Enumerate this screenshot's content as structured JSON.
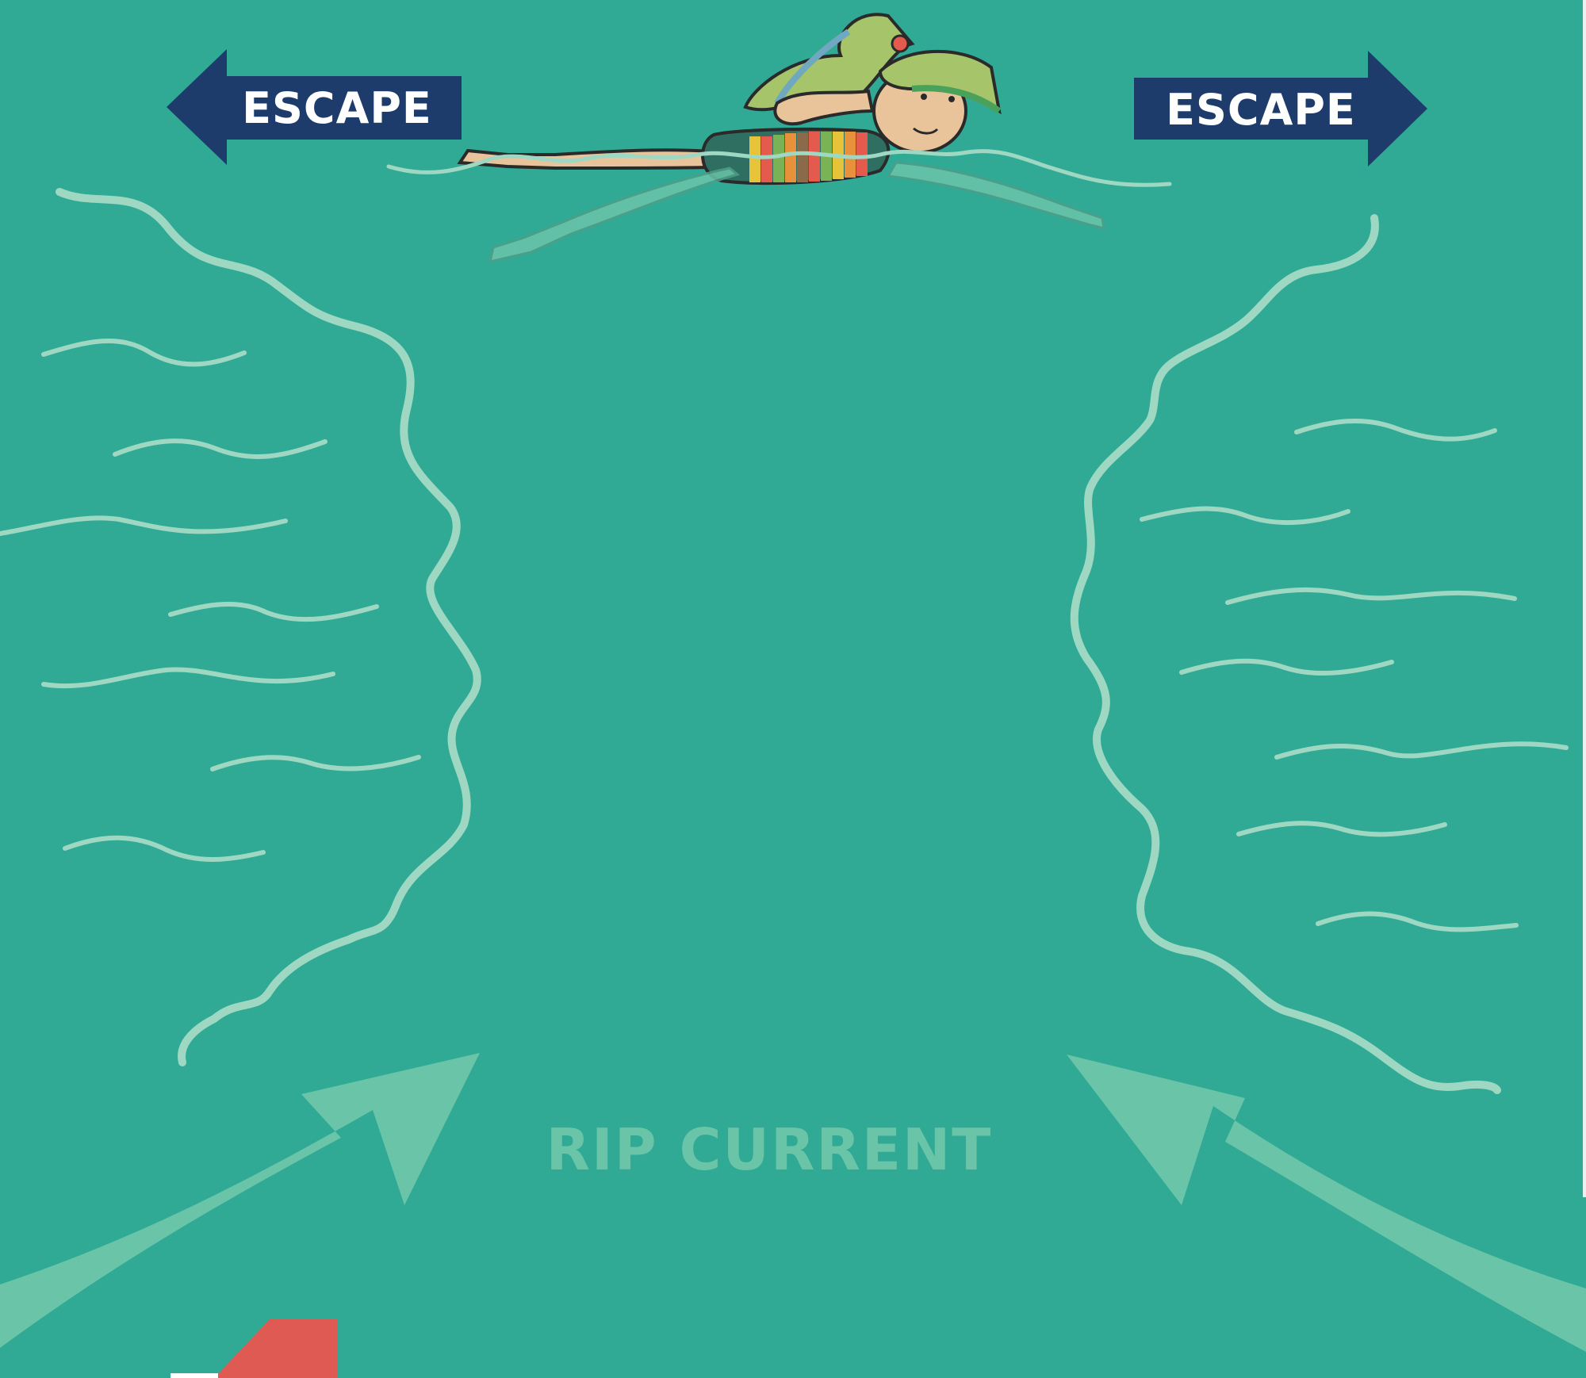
{
  "colors": {
    "water": "#30aa95",
    "light_water": "#6ac4a8",
    "wave_line": "#9fd8c2",
    "escape_arrow": "#1d3c6b",
    "escape_text": "#ffffff",
    "flag_red": "#e05a54",
    "flag_white": "#ffffff"
  },
  "escape_left": {
    "label": "ESCAPE",
    "direction": "left",
    "icon": "arrow-left-icon"
  },
  "escape_right": {
    "label": "ESCAPE",
    "direction": "right",
    "icon": "arrow-right-icon"
  },
  "rip_current": {
    "label": "RIP CURRENT"
  },
  "swimmer": {
    "icon": "swimmer-icon"
  },
  "flag": {
    "icon": "flag-icon"
  }
}
